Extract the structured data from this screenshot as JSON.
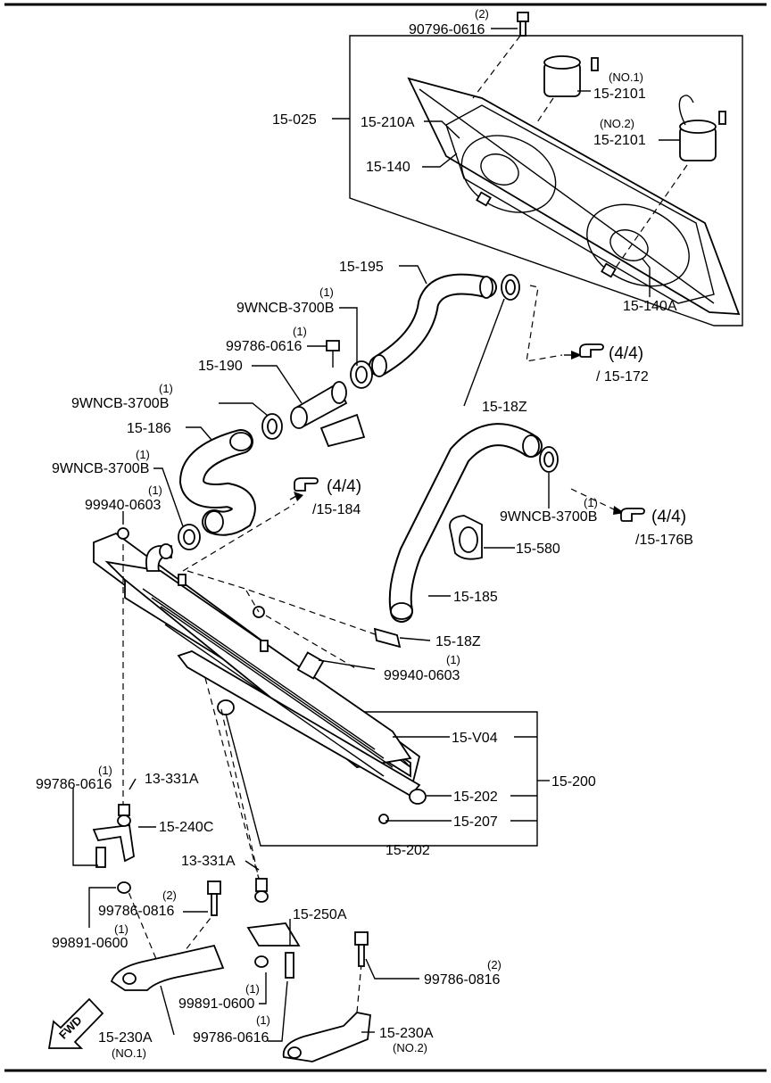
{
  "labels": {
    "p_90796_q": "(2)",
    "p_90796": "90796-0616",
    "p_no1": "(NO.1)",
    "p_2101_a": "15-2101",
    "p_025": "15-025",
    "p_210a": "15-210A",
    "p_no2": "(NO.2)",
    "p_2101_b": "15-2101",
    "p_140": "15-140",
    "p_140a": "15-140A",
    "p_195": "15-195",
    "p_9wncb_a_q": "(1)",
    "p_9wncb_a": "9WNCB-3700B",
    "p_99786_a_q": "(1)",
    "p_99786_a": "99786-0616",
    "p_190": "15-190",
    "p_9wncb_b_q": "(1)",
    "p_9wncb_b": "9WNCB-3700B",
    "p_18z_a": "15-18Z",
    "p_ref44_a": "(4/4)",
    "p_ref172": "/ 15-172",
    "p_186": "15-186",
    "p_9wncb_c_q": "(1)",
    "p_9wncb_c": "9WNCB-3700B",
    "p_99940_a_q": "(1)",
    "p_99940_a": "99940-0603",
    "p_ref44_b": "(4/4)",
    "p_ref184": "/15-184",
    "p_9wncb_d_q": "(1)",
    "p_9wncb_d": "9WNCB-3700B",
    "p_ref44_c": "(4/4)",
    "p_ref176b": "/15-176B",
    "p_580": "15-580",
    "p_185": "15-185",
    "p_18z_b": "15-18Z",
    "p_99940_b_q": "(1)",
    "p_99940_b": "99940-0603",
    "p_v04": "15-V04",
    "p_200": "15-200",
    "p_202_a": "15-202",
    "p_207": "15-207",
    "p_202_b": "15-202",
    "p_99786_b_q": "(1)",
    "p_99786_b": "99786-0616",
    "p_331a_a": "13-331A",
    "p_240c": "15-240C",
    "p_331a_b": "13-331A",
    "p_99786_c_q": "(2)",
    "p_99786_c": "99786-0816",
    "p_250a": "15-250A",
    "p_99891_a": "99891-0600",
    "p_99891_a_q": "(1)",
    "p_99786_d_q": "(2)",
    "p_99786_d": "99786-0816",
    "p_99891_b_q": "(1)",
    "p_99891_b": "99891-0600",
    "p_99786_e_q": "(1)",
    "p_99786_e": "99786-0616",
    "p_230a_a": "15-230A",
    "p_230a_a_sub": "(NO.1)",
    "p_230a_b": "15-230A",
    "p_230a_b_sub": "(NO.2)",
    "fwd": "FWD"
  },
  "icons": [
    "hand-pointer-icon",
    "fwd-arrow-icon"
  ]
}
